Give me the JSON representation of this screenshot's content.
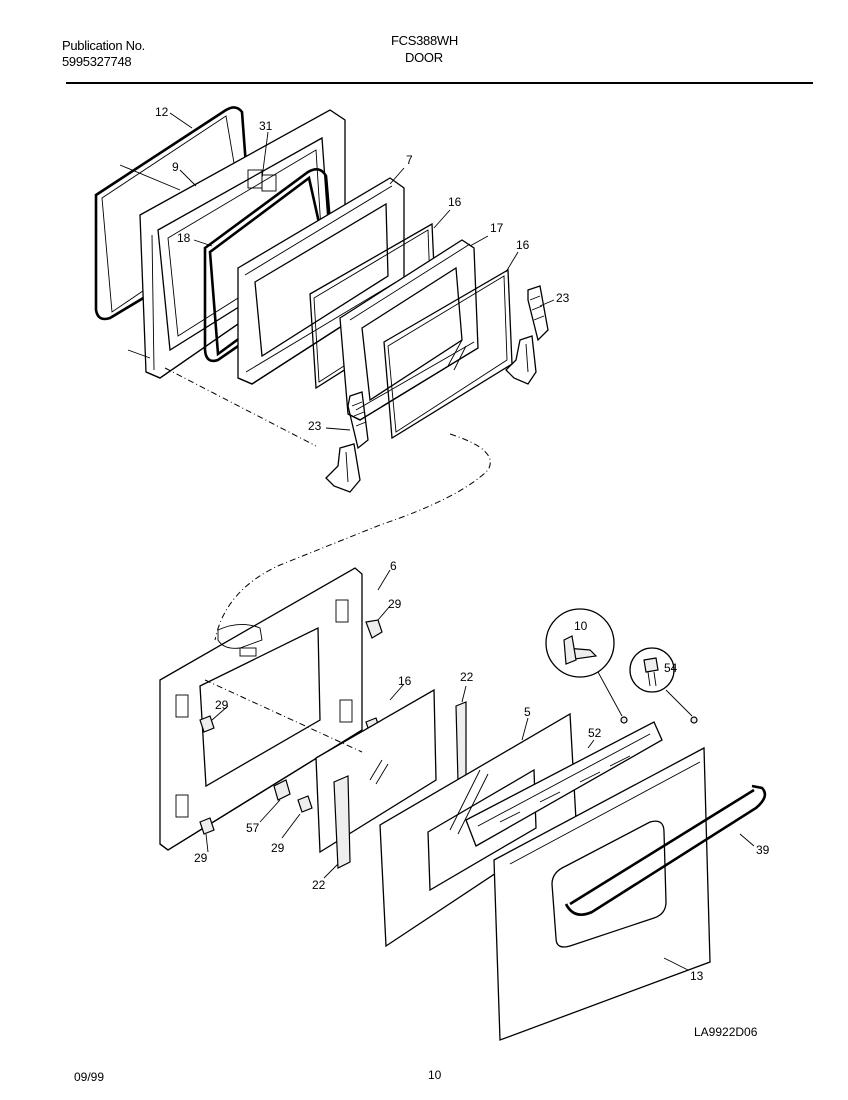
{
  "header": {
    "publication_label": "Publication No.",
    "publication_number": "5995327748",
    "model": "FCS388WH",
    "section": "DOOR"
  },
  "footer": {
    "date": "09/99",
    "page": "10"
  },
  "diagram": {
    "code": "LA9922D06",
    "callouts": [
      "12",
      "31",
      "9",
      "7",
      "16",
      "17",
      "18",
      "16",
      "23",
      "23",
      "6",
      "29",
      "10",
      "54",
      "29",
      "16",
      "22",
      "5",
      "52",
      "57",
      "29",
      "29",
      "22",
      "39",
      "13"
    ]
  }
}
